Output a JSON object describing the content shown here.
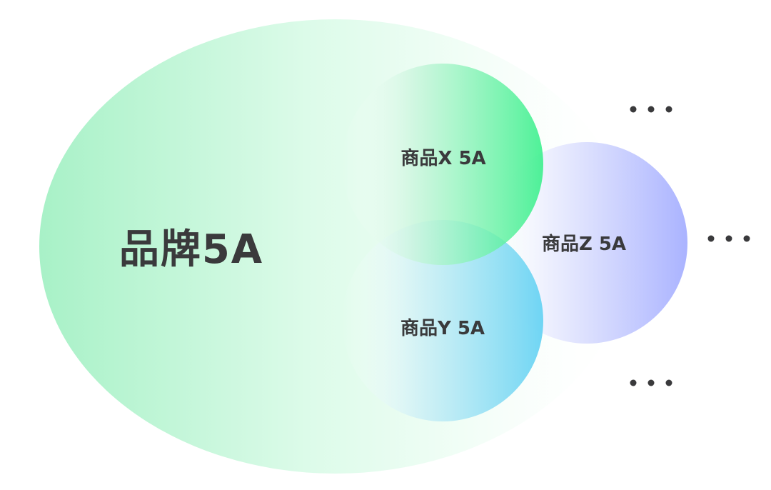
{
  "brand": {
    "label": "品牌5A"
  },
  "items": [
    {
      "id": "x",
      "label": "商品X 5A"
    },
    {
      "id": "y",
      "label": "商品Y 5A"
    },
    {
      "id": "z",
      "label": "商品Z 5A"
    }
  ],
  "ellipsis": "• • •",
  "colors": {
    "brand_start": "#a6f0c6",
    "brand_end": "#ffffff",
    "item_x": "#3ef28d",
    "item_y": "#6cd4f2",
    "item_z": "#aab2ff",
    "text": "#3a3a3c"
  }
}
